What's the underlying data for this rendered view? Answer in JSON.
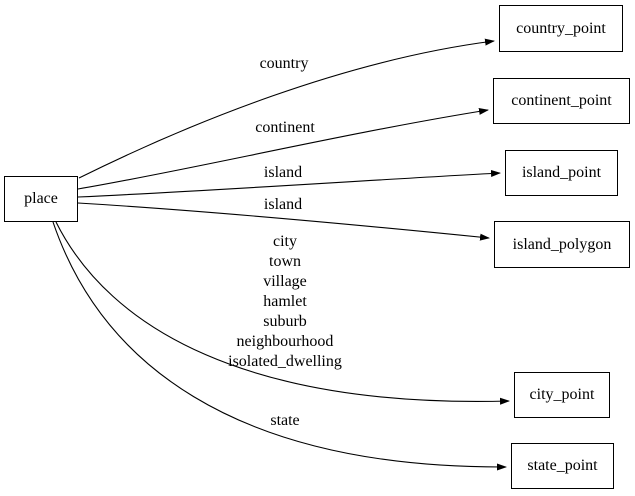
{
  "graph": {
    "colors": {
      "background": "#ffffff",
      "node_border": "#000000",
      "node_fill": "#ffffff",
      "edge": "#000000",
      "text": "#000000"
    },
    "nodes": [
      {
        "id": "place",
        "label": "place"
      },
      {
        "id": "country_point",
        "label": "country_point"
      },
      {
        "id": "continent_point",
        "label": "continent_point"
      },
      {
        "id": "island_point",
        "label": "island_point"
      },
      {
        "id": "island_polygon",
        "label": "island_polygon"
      },
      {
        "id": "city_point",
        "label": "city_point"
      },
      {
        "id": "state_point",
        "label": "state_point"
      }
    ],
    "edges": [
      {
        "from": "place",
        "to": "country_point",
        "label": "country"
      },
      {
        "from": "place",
        "to": "continent_point",
        "label": "continent"
      },
      {
        "from": "place",
        "to": "island_point",
        "label": "island"
      },
      {
        "from": "place",
        "to": "island_polygon",
        "label": "island"
      },
      {
        "from": "place",
        "to": "city_point",
        "label": "city\ntown\nvillage\nhamlet\nsuburb\nneighbourhood\nisolated_dwelling"
      },
      {
        "from": "place",
        "to": "state_point",
        "label": "state"
      }
    ]
  }
}
